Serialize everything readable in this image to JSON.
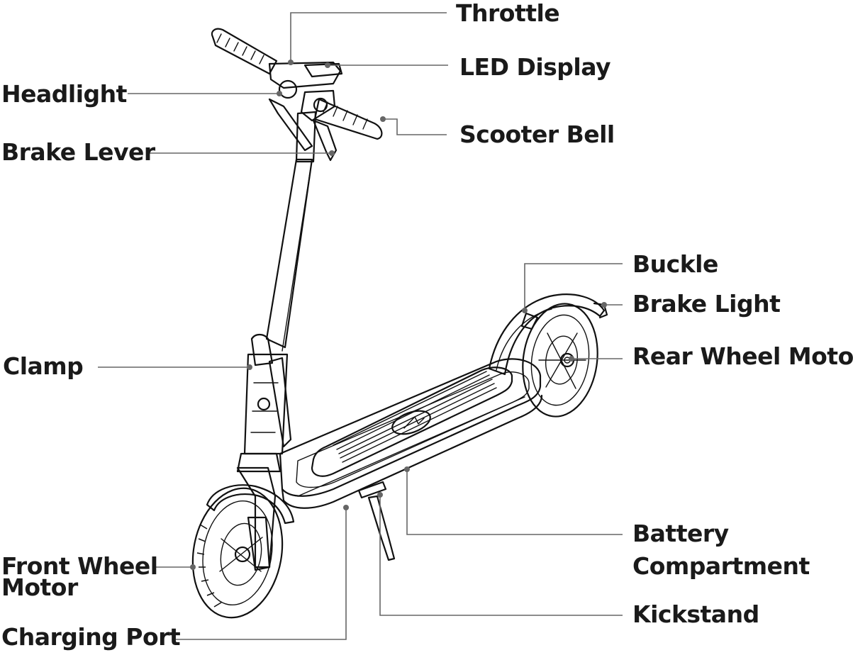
{
  "labels": {
    "throttle": "Throttle",
    "led_display": "LED Display",
    "headlight": "Headlight",
    "scooter_bell": "Scooter Bell",
    "brake_lever": "Brake Lever",
    "buckle": "Buckle",
    "brake_light": "Brake Light",
    "rear_wheel_motor": "Rear Wheel Motor",
    "clamp": "Clamp",
    "battery_compartment_line1": "Battery",
    "battery_compartment_line2": "Compartment",
    "front_wheel_motor_line1": "Front Wheel",
    "front_wheel_motor_line2": "Motor",
    "kickstand": "Kickstand",
    "charging_port": "Charging Port"
  },
  "colors": {
    "ink": "#111111",
    "leader": "#666666",
    "text": "#1a1a1a",
    "background": "#ffffff"
  }
}
